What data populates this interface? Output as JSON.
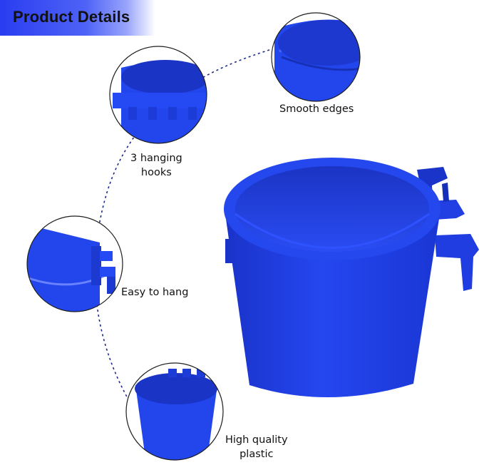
{
  "banner": {
    "title": "Product Details"
  },
  "callouts": [
    {
      "line1": "Smooth edges",
      "line2": ""
    },
    {
      "line1": "3 hanging",
      "line2": "hooks"
    },
    {
      "line1": "Easy to hang",
      "line2": ""
    },
    {
      "line1": "High quality",
      "line2": "plastic"
    }
  ],
  "colors": {
    "product_blue": "#1f3fe0",
    "product_shadow": "#1226a8",
    "banner_start": "#2a3df0",
    "dotted_path": "#1e2a8a"
  },
  "icons": [
    "cup-feeder-image",
    "detail-rim-image",
    "detail-hooks-image",
    "detail-side-image",
    "detail-top-image"
  ]
}
